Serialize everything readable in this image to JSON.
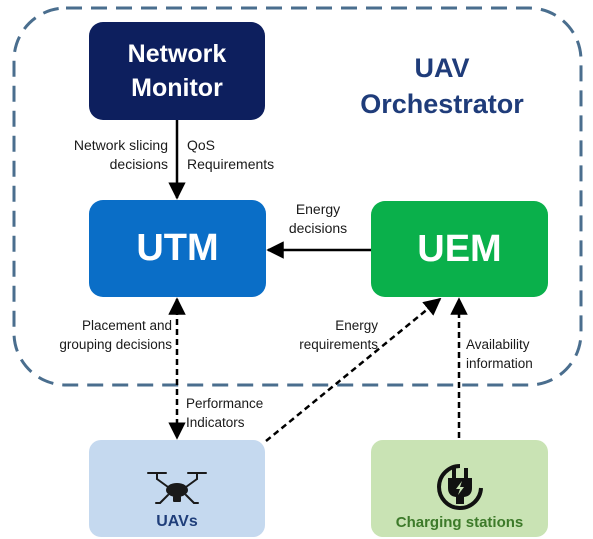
{
  "orchestrator": {
    "title": "UAV\nOrchestrator"
  },
  "boxes": {
    "network_monitor": "Network\nMonitor",
    "utm": "UTM",
    "uem": "UEM",
    "uavs": "UAVs",
    "charging_stations": "Charging stations"
  },
  "labels": {
    "network_slicing": "Network slicing\ndecisions",
    "qos": "QoS\nRequirements",
    "energy_decisions": "Energy\ndecisions",
    "placement": "Placement and\ngrouping  decisions",
    "energy_requirements": "Energy\nrequirements",
    "availability": "Availability\ninformation",
    "performance": "Performance\nIndicators"
  },
  "colors": {
    "network_monitor": "#0d1f5e",
    "utm": "#0a6ec7",
    "uem": "#0ab04b",
    "uavs": "#c5d9ef",
    "charging": "#c9e3b4",
    "orchestrator_border": "#4a6e8e"
  },
  "icons": [
    "drone-icon",
    "plug-icon"
  ]
}
